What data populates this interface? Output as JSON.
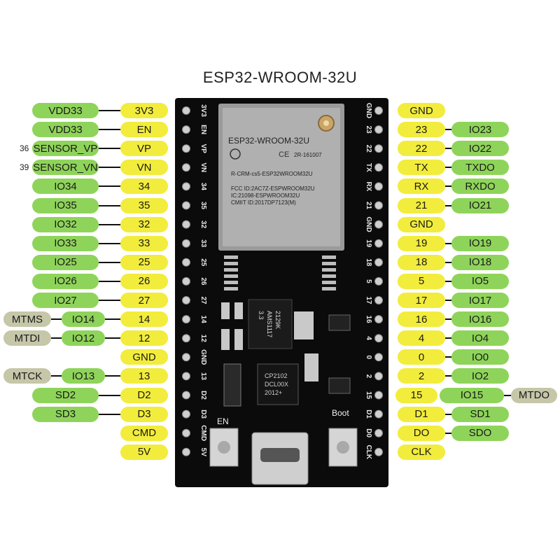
{
  "title": "ESP32-WROOM-32U",
  "colors": {
    "yellow": "#f2ec3c",
    "green": "#8fd45a",
    "gray": "#c6c7a8",
    "board": "#0b0b0b"
  },
  "module": {
    "lines": [
      "ESP32-WROOM-32U",
      "2R-161007",
      "R-CRM-cs5-ESP32WROOM32U",
      "FCC ID:2AC7Z-ESPWROOM32U",
      "IC:21098-ESPWROOM32U",
      "CMIIT ID:2017DP7123(M)"
    ]
  },
  "chips": {
    "regulator": [
      "AMS1117",
      "3.3",
      "2129K"
    ],
    "usb_bridge": [
      "CP2102",
      "DCL00X",
      "2012+"
    ]
  },
  "buttons": {
    "en": "EN",
    "boot": "Boot"
  },
  "silkscreen": {
    "left": [
      "3V3",
      "EN",
      "VP",
      "VN",
      "34",
      "35",
      "32",
      "33",
      "25",
      "26",
      "27",
      "14",
      "12",
      "GND",
      "13",
      "D2",
      "D3",
      "CMD",
      "5V"
    ],
    "right": [
      "GND",
      "23",
      "22",
      "TX",
      "RX",
      "21",
      "GND",
      "19",
      "18",
      "5",
      "17",
      "16",
      "4",
      "0",
      "2",
      "15",
      "D1",
      "D0",
      "CLK"
    ]
  },
  "left_pins": [
    {
      "pin": "3V3",
      "fn": "VDD33",
      "extra": "",
      "num": ""
    },
    {
      "pin": "EN",
      "fn": "VDD33",
      "extra": "",
      "num": ""
    },
    {
      "pin": "VP",
      "fn": "SENSOR_VP",
      "extra": "",
      "num": "36"
    },
    {
      "pin": "VN",
      "fn": "SENSOR_VN",
      "extra": "",
      "num": "39"
    },
    {
      "pin": "34",
      "fn": "IO34",
      "extra": "",
      "num": ""
    },
    {
      "pin": "35",
      "fn": "IO35",
      "extra": "",
      "num": ""
    },
    {
      "pin": "32",
      "fn": "IO32",
      "extra": "",
      "num": ""
    },
    {
      "pin": "33",
      "fn": "IO33",
      "extra": "",
      "num": ""
    },
    {
      "pin": "25",
      "fn": "IO25",
      "extra": "",
      "num": ""
    },
    {
      "pin": "26",
      "fn": "IO26",
      "extra": "",
      "num": ""
    },
    {
      "pin": "27",
      "fn": "IO27",
      "extra": "",
      "num": ""
    },
    {
      "pin": "14",
      "fn": "IO14",
      "extra": "MTMS",
      "num": ""
    },
    {
      "pin": "12",
      "fn": "IO12",
      "extra": "MTDI",
      "num": ""
    },
    {
      "pin": "GND",
      "fn": "",
      "extra": "",
      "num": ""
    },
    {
      "pin": "13",
      "fn": "IO13",
      "extra": "MTCK",
      "num": ""
    },
    {
      "pin": "D2",
      "fn": "SD2",
      "extra": "",
      "num": ""
    },
    {
      "pin": "D3",
      "fn": "SD3",
      "extra": "",
      "num": ""
    },
    {
      "pin": "CMD",
      "fn": "",
      "extra": "",
      "num": ""
    },
    {
      "pin": "5V",
      "fn": "",
      "extra": "",
      "num": ""
    }
  ],
  "right_pins": [
    {
      "pin": "GND",
      "fn": "",
      "extra": ""
    },
    {
      "pin": "23",
      "fn": "IO23",
      "extra": ""
    },
    {
      "pin": "22",
      "fn": "IO22",
      "extra": ""
    },
    {
      "pin": "TX",
      "fn": "TXDO",
      "extra": ""
    },
    {
      "pin": "RX",
      "fn": "RXDO",
      "extra": ""
    },
    {
      "pin": "21",
      "fn": "IO21",
      "extra": ""
    },
    {
      "pin": "GND",
      "fn": "",
      "extra": ""
    },
    {
      "pin": "19",
      "fn": "IO19",
      "extra": ""
    },
    {
      "pin": "18",
      "fn": "IO18",
      "extra": ""
    },
    {
      "pin": "5",
      "fn": "IO5",
      "extra": ""
    },
    {
      "pin": "17",
      "fn": "IO17",
      "extra": ""
    },
    {
      "pin": "16",
      "fn": "IO16",
      "extra": ""
    },
    {
      "pin": "4",
      "fn": "IO4",
      "extra": ""
    },
    {
      "pin": "0",
      "fn": "IO0",
      "extra": ""
    },
    {
      "pin": "2",
      "fn": "IO2",
      "extra": ""
    },
    {
      "pin": "15",
      "fn": "IO15",
      "extra": "MTDO"
    },
    {
      "pin": "D1",
      "fn": "SD1",
      "extra": ""
    },
    {
      "pin": "DO",
      "fn": "SDO",
      "extra": ""
    },
    {
      "pin": "CLK",
      "fn": "",
      "extra": ""
    }
  ]
}
